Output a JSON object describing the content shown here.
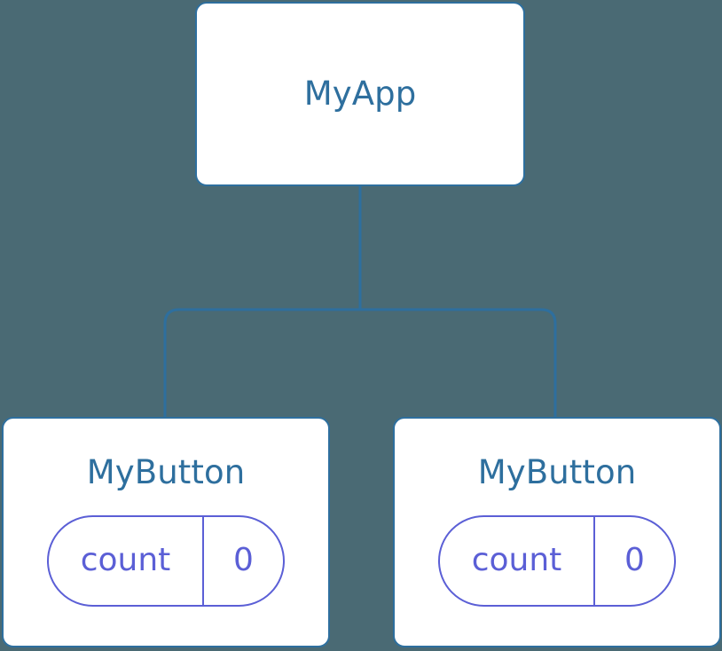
{
  "diagram": {
    "type": "component-tree",
    "background_color": "#4a6a74",
    "node_border_color": "#2e6f9e",
    "node_fill_color": "#ffffff",
    "node_label_color": "#2e6f9e",
    "edge_color": "#2e6f9e",
    "state_pill_color": "#5b5fd6",
    "nodes": [
      {
        "id": "myapp",
        "label": "MyApp",
        "state": null
      },
      {
        "id": "mybutton-left",
        "label": "MyButton",
        "state": {
          "key": "count",
          "value": "0"
        }
      },
      {
        "id": "mybutton-right",
        "label": "MyButton",
        "state": {
          "key": "count",
          "value": "0"
        }
      }
    ],
    "edges": [
      {
        "from": "myapp",
        "to": "mybutton-left"
      },
      {
        "from": "myapp",
        "to": "mybutton-right"
      }
    ]
  }
}
